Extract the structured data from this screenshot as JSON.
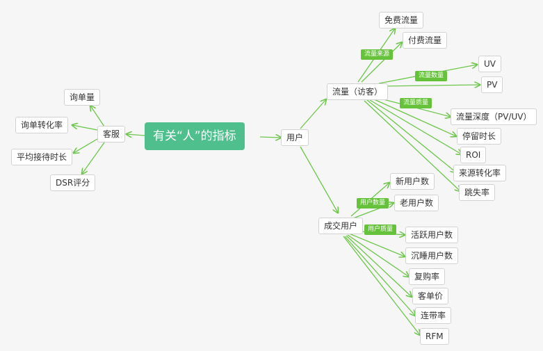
{
  "root": "有关“人”的指标",
  "customer_service": {
    "label": "客服",
    "children": [
      "询单量",
      "询单转化率",
      "平均接待时长",
      "DSR评分"
    ]
  },
  "user": {
    "label": "用户"
  },
  "traffic": {
    "label": "流量（访客）",
    "tags": {
      "source": "流量来源",
      "quantity": "流量数量",
      "quality": "流量质量"
    },
    "source": [
      "免费流量",
      "付费流量"
    ],
    "quantity": [
      "UV",
      "PV"
    ],
    "quality": [
      "流量深度（PV/UV）",
      "停留时长",
      "ROI",
      "来源转化率",
      "跳失率"
    ]
  },
  "buyer": {
    "label": "成交用户",
    "tags": {
      "quantity": "用户数量",
      "quality": "用户质量"
    },
    "quantity": [
      "新用户数",
      "老用户数"
    ],
    "quality": [
      "活跃用户数",
      "沉睡用户数",
      "复购率",
      "客单价",
      "连带率",
      "RFM"
    ]
  }
}
